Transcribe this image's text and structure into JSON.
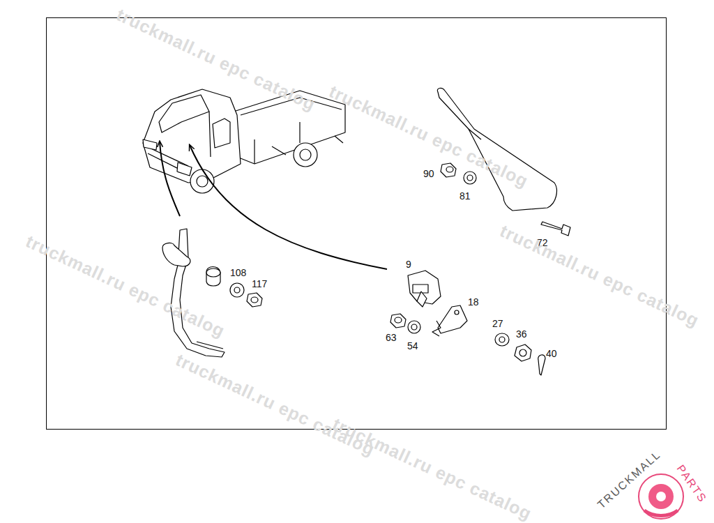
{
  "diagram": {
    "labels": [
      "90",
      "81",
      "72",
      "108",
      "117",
      "9",
      "18",
      "63",
      "54",
      "27",
      "36",
      "40",
      "truckmall.ru epc catalog",
      "truckmall.ru epc catalog",
      "truckmall.ru epc catalog",
      "truckmall.ru epc catalog",
      "truckmall.ru epc catalog",
      "truckmall.ru epc catalog",
      "TRUCKMALL",
      "PARTS"
    ]
  }
}
